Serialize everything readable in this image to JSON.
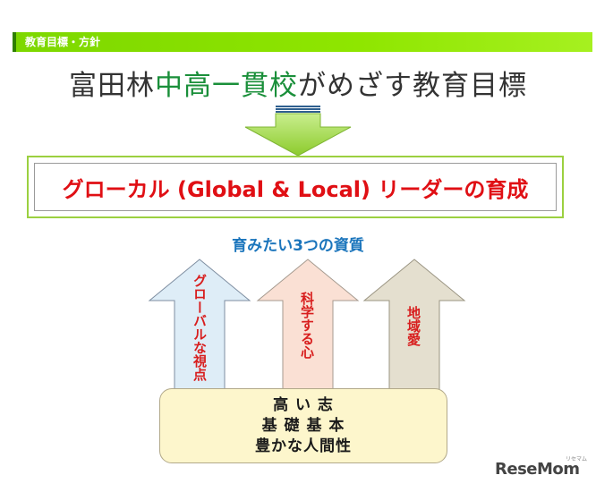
{
  "header": {
    "label": "教育目標・方針"
  },
  "title": {
    "prefix": "富田林",
    "accent": "中高一貫校",
    "suffix": "がめざす教育目標"
  },
  "goal": {
    "text": "グローカル (Global & Local) リーダーの育成"
  },
  "qualities": {
    "heading": "育みたい3つの資質",
    "items": [
      {
        "label": "グローバルな視点",
        "color": "#deedf7"
      },
      {
        "label": "科学する心",
        "color": "#fae0d4"
      },
      {
        "label": "地域愛",
        "color": "#e4dfcf"
      }
    ]
  },
  "foundation": {
    "lines": [
      "高 い 志",
      "基 礎 基 本",
      "豊かな人間性"
    ]
  },
  "logo": {
    "text": "ReseMom",
    "sup": "リセマム"
  },
  "colors": {
    "header_green": "#84dd00",
    "title_accent": "#1a8f3a",
    "goal_text": "#e00f14",
    "subtitle_blue": "#1b75bc",
    "arrow_text": "#d81e1e",
    "foundation_fill": "#fdf6cc"
  }
}
